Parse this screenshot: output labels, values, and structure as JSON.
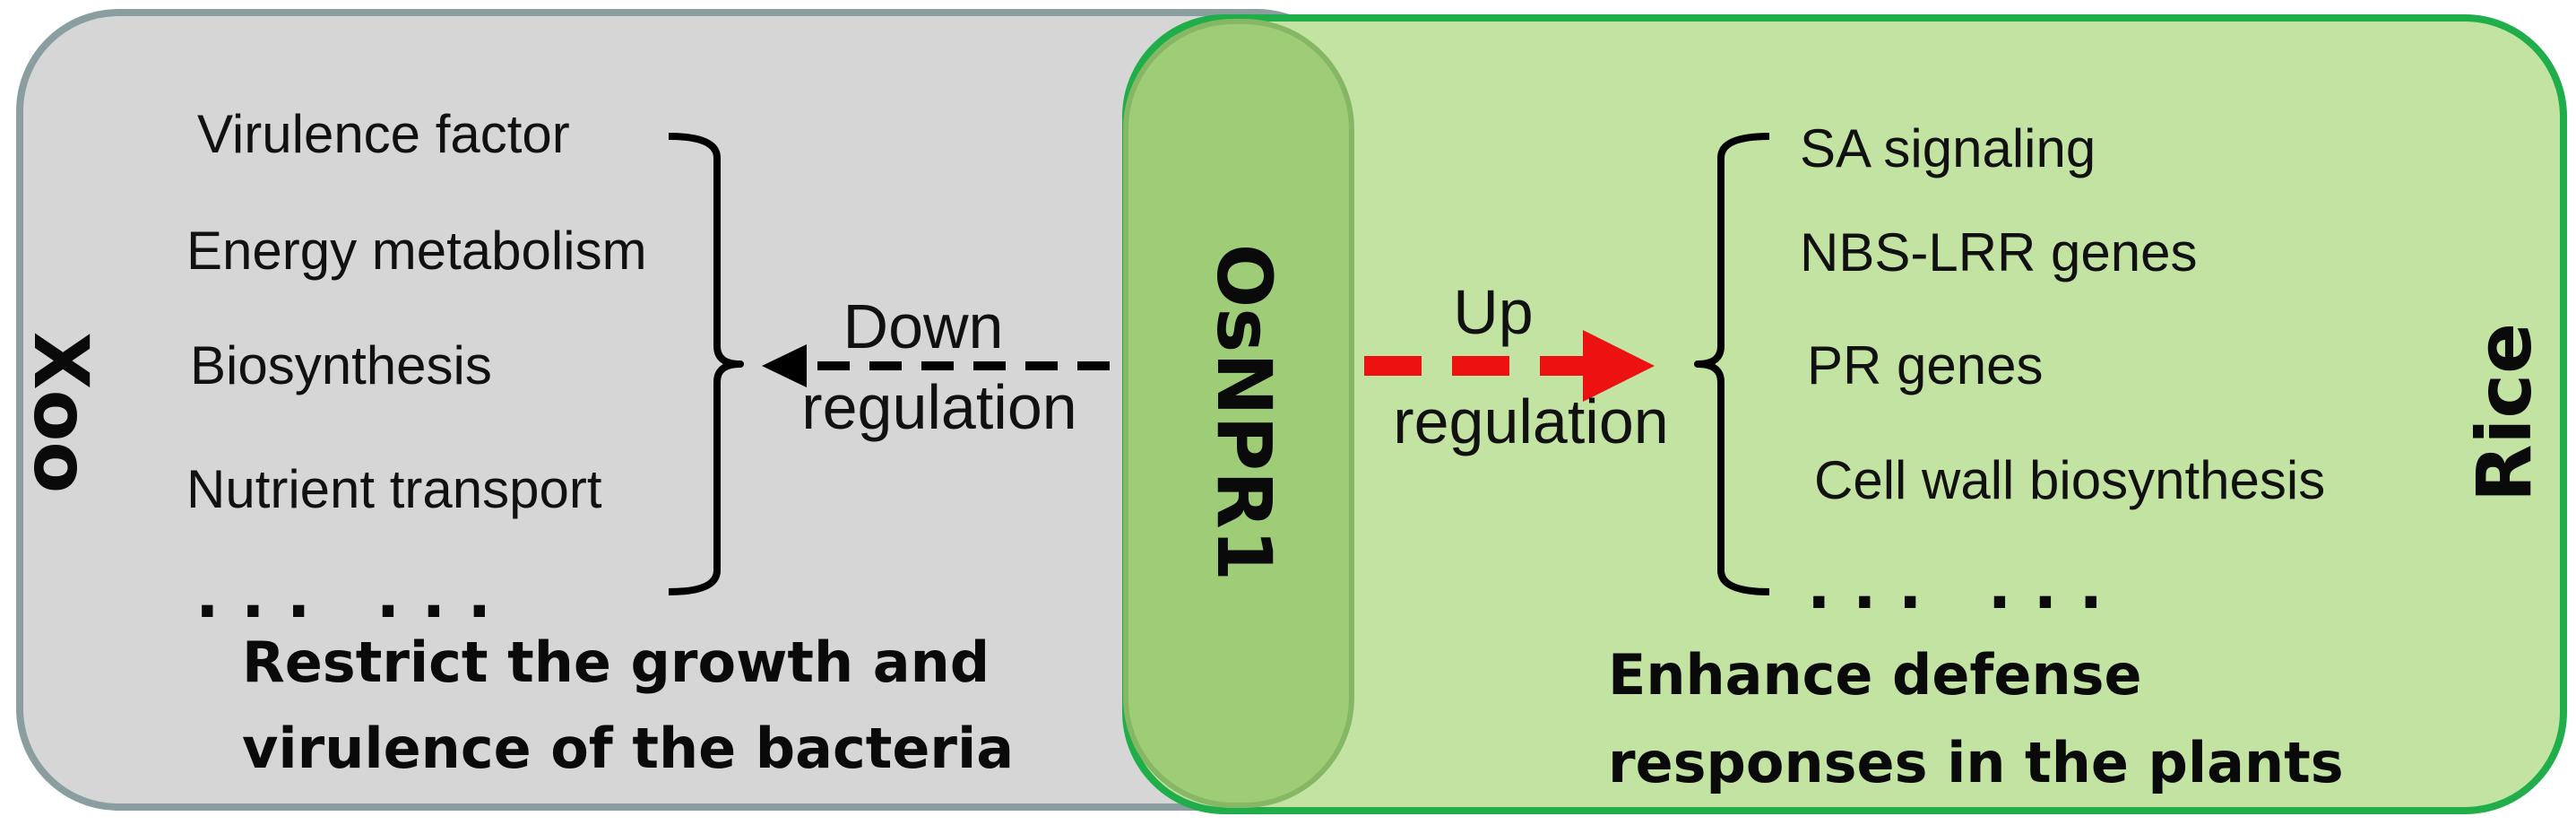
{
  "left_panel": {
    "side_label": "Xoo",
    "items": [
      "Virulence factor",
      "Energy metabolism",
      "Biosynthesis",
      "Nutrient transport"
    ],
    "ellipsis": ". . .   . . .",
    "summary": [
      "Restrict the growth and",
      "virulence of the bacteria"
    ],
    "fill": "#d6d6d6",
    "border": "#8a9ea0"
  },
  "center": {
    "label": "OsNPR1",
    "fill": "#9fcc76"
  },
  "left_arrow": {
    "line1": "Down",
    "line2": "regulation",
    "color": "#000000"
  },
  "right_arrow": {
    "line1": "Up",
    "line2": "regulation",
    "color": "#ee1111"
  },
  "right_panel": {
    "side_label": "Rice",
    "items": [
      "SA signaling",
      "NBS-LRR genes",
      "PR genes",
      "Cell wall biosynthesis"
    ],
    "ellipsis": ". . .   . . .",
    "summary": [
      "Enhance defense",
      "responses in the plants"
    ],
    "fill": "#c3e3a2",
    "border": "#1fae4a"
  }
}
